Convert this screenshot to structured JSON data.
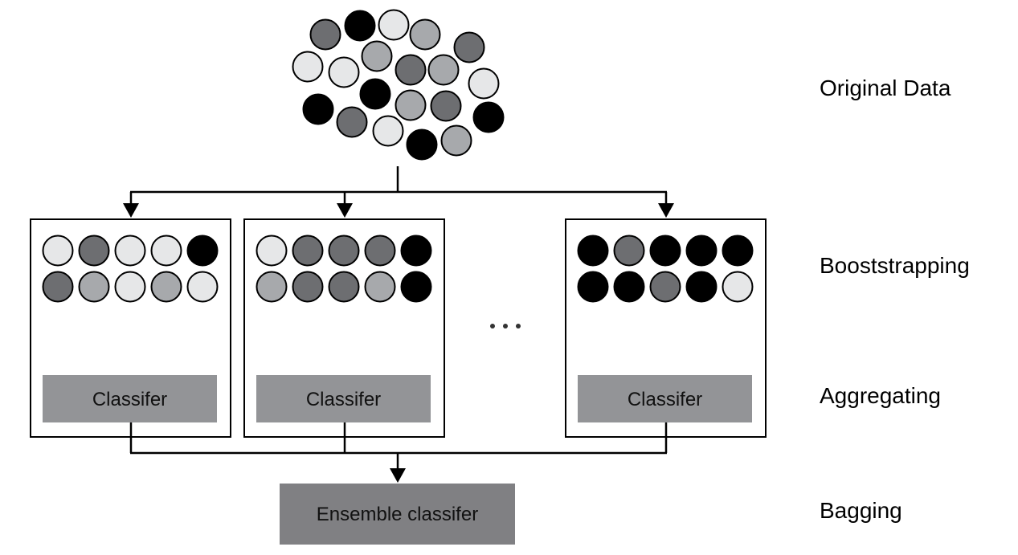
{
  "colors": {
    "light": "#e6e7e8",
    "mid": "#a7a9ac",
    "dark": "#6d6e71",
    "black": "#000000",
    "classifier_fill": "#939497",
    "ensemble_fill": "#808083",
    "ellipsis_dot": "#333333"
  },
  "stages": {
    "original": "Original Data",
    "bootstrapping": "Booststrapping",
    "aggregating": "Aggregating",
    "bagging": "Bagging"
  },
  "original_data": [
    "dark",
    "black",
    "light",
    "mid",
    "dark",
    "light",
    "light",
    "mid",
    "dark",
    "mid",
    "light",
    "black",
    "black",
    "mid",
    "dark",
    "black",
    "dark",
    "light",
    "black",
    "mid"
  ],
  "bootstrap_samples": [
    {
      "classifier_label": "Classifer",
      "row1": [
        "light",
        "dark",
        "light",
        "light",
        "black"
      ],
      "row2": [
        "dark",
        "mid",
        "light",
        "mid",
        "light"
      ]
    },
    {
      "classifier_label": "Classifer",
      "row1": [
        "light",
        "dark",
        "dark",
        "dark",
        "black"
      ],
      "row2": [
        "mid",
        "dark",
        "dark",
        "mid",
        "black"
      ]
    },
    {
      "classifier_label": "Classifer",
      "row1": [
        "black",
        "dark",
        "black",
        "black",
        "black"
      ],
      "row2": [
        "black",
        "black",
        "dark",
        "black",
        "light"
      ]
    }
  ],
  "ellipsis": "...",
  "ensemble_label": "Ensemble classifer"
}
